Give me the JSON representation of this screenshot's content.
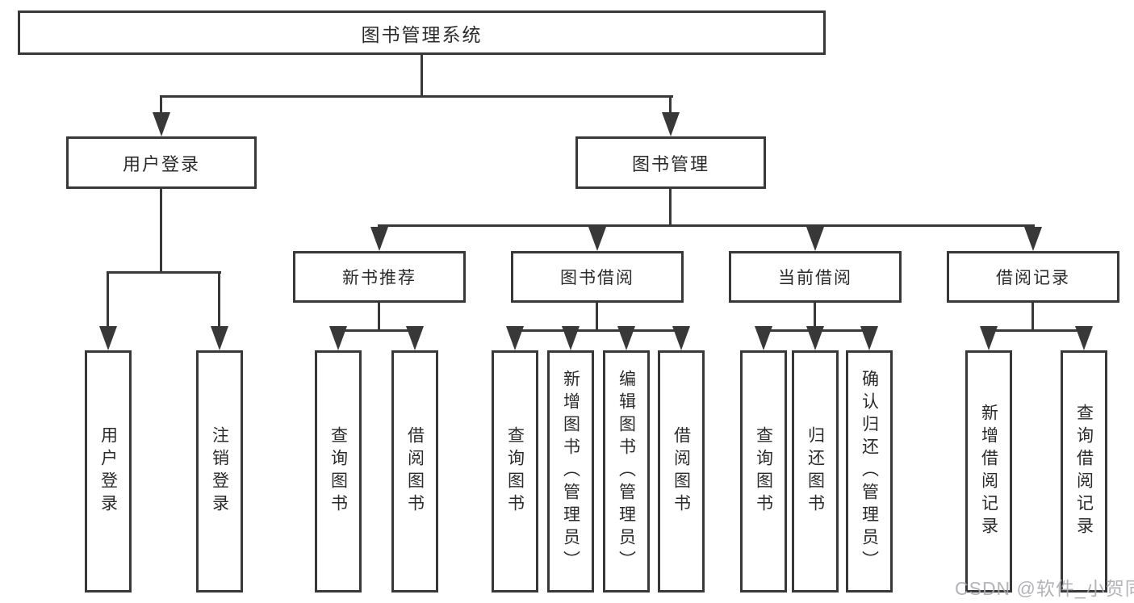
{
  "tree": {
    "root": {
      "label": "图书管理系统",
      "children": [
        {
          "label": "用户登录",
          "children": [
            {
              "label": "用户登录"
            },
            {
              "label": "注销登录"
            }
          ]
        },
        {
          "label": "图书管理",
          "children": [
            {
              "label": "新书推荐",
              "children": [
                {
                  "label": "查询图书"
                },
                {
                  "label": "借阅图书"
                }
              ]
            },
            {
              "label": "图书借阅",
              "children": [
                {
                  "label": "查询图书"
                },
                {
                  "label": "新增图书（管理员）"
                },
                {
                  "label": "编辑图书（管理员）"
                },
                {
                  "label": "借阅图书"
                }
              ]
            },
            {
              "label": "当前借阅",
              "children": [
                {
                  "label": "查询图书"
                },
                {
                  "label": "归还图书"
                },
                {
                  "label": "确认归还（管理员）"
                }
              ]
            },
            {
              "label": "借阅记录",
              "children": [
                {
                  "label": "新增借阅记录"
                },
                {
                  "label": "查询借阅记录"
                }
              ]
            }
          ]
        }
      ]
    }
  },
  "watermark": {
    "text": "CSDN @软件_小贺同学"
  },
  "colors": {
    "line": "#383838",
    "background": "#ffffff",
    "watermark": "#a8a8ae"
  }
}
